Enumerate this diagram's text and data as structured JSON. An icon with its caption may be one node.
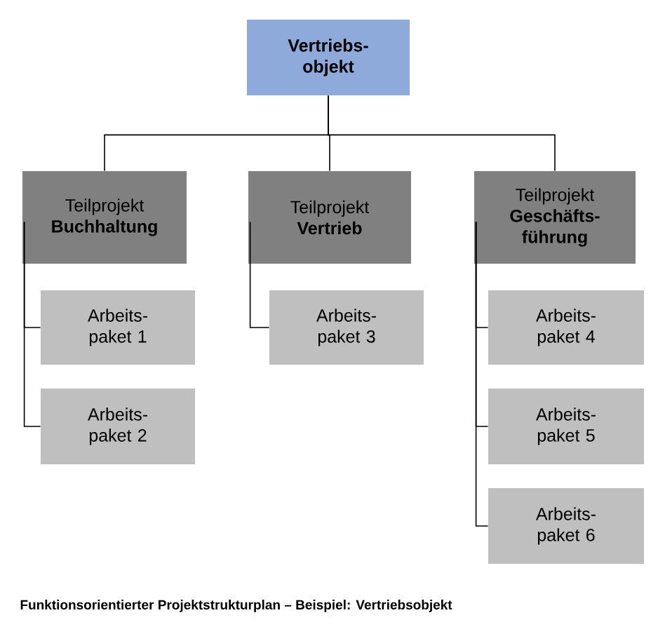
{
  "diagram": {
    "caption": "Funktionsorientierter Projektstrukturplan – Beispiel: Vertriebsobjekt",
    "nodes": [
      {
        "text": [
          "Vertriebs- objekt"
        ]
      },
      {
        "text": [
          "Teilprojekt",
          "Buchhaltung"
        ]
      },
      {
        "text": [
          "Teilprojekt",
          "Vertrieb"
        ]
      },
      {
        "text": [
          "Teilprojekt",
          "Geschäfts- führung"
        ]
      },
      {
        "text": [
          "Arbeits- paket 1"
        ]
      },
      {
        "text": [
          "Arbeits- paket 2"
        ]
      },
      {
        "text": [
          "Arbeits- paket 3"
        ]
      },
      {
        "text": [
          "Arbeits- paket 4"
        ]
      },
      {
        "text": [
          "Arbeits- paket 5"
        ]
      },
      {
        "text": [
          "Arbeits- paket 6"
        ]
      }
    ],
    "edges": [
      {
        "from": 0,
        "to": 1,
        "arrow": "none"
      },
      {
        "from": 0,
        "to": 2,
        "arrow": "none"
      },
      {
        "from": 0,
        "to": 3,
        "arrow": "none"
      },
      {
        "from": 1,
        "to": 4,
        "arrow": "none"
      },
      {
        "from": 1,
        "to": 5,
        "arrow": "none"
      },
      {
        "from": 2,
        "to": 6,
        "arrow": "none"
      },
      {
        "from": 3,
        "to": 7,
        "arrow": "none"
      },
      {
        "from": 3,
        "to": 8,
        "arrow": "none"
      },
      {
        "from": 3,
        "to": 9,
        "arrow": "none"
      }
    ]
  }
}
